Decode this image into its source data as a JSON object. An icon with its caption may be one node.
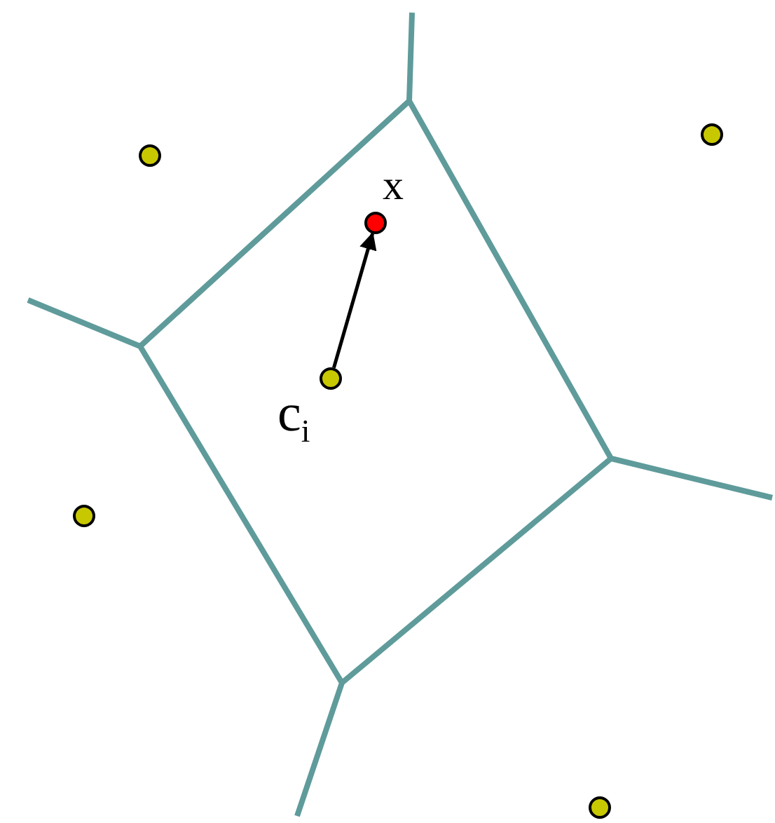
{
  "diagram": {
    "nodes": [
      {
        "text": [],
        "shape": "circle"
      },
      {
        "text": [],
        "shape": "circle"
      },
      {
        "text": [
          "x"
        ]
      },
      {
        "text": [
          "c$_{i}$"
        ]
      },
      {
        "text": [],
        "shape": "circle"
      },
      {
        "text": [],
        "shape": "circle"
      }
    ],
    "edges": [
      {
        "from": 3,
        "to": 2,
        "arrow": "to"
      }
    ]
  }
}
